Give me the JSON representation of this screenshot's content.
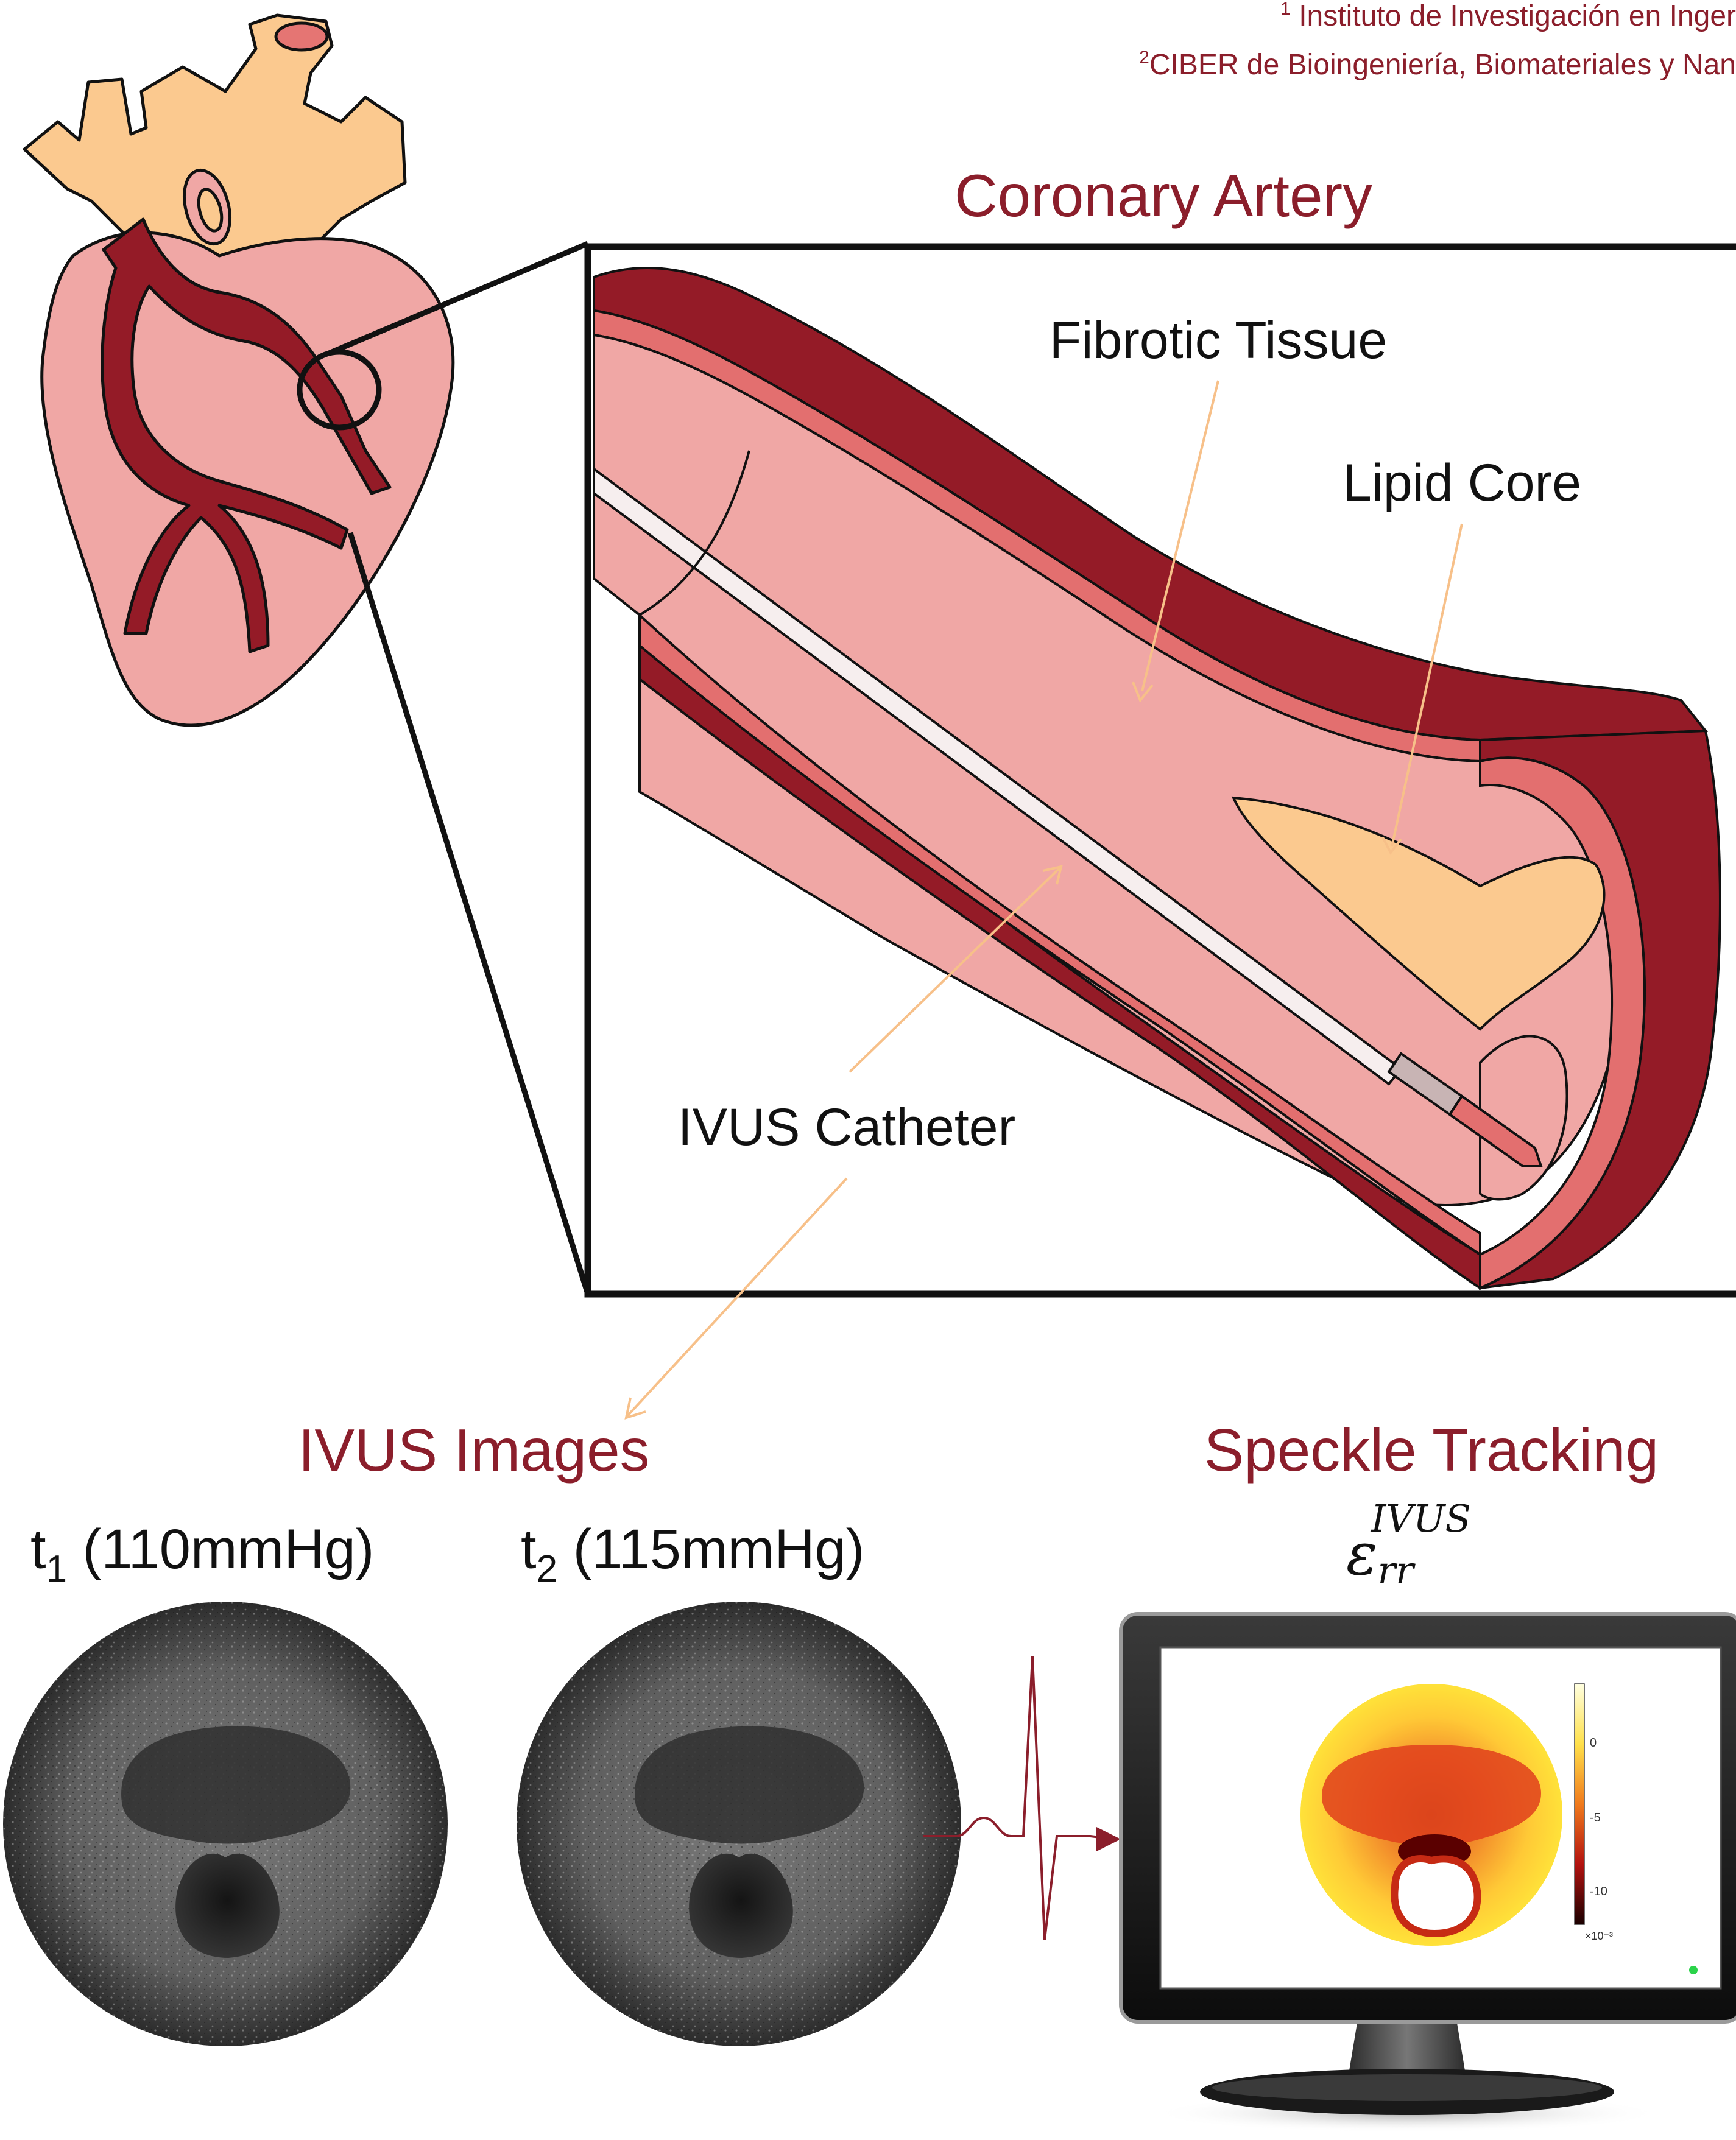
{
  "affiliations": {
    "line1_sup": "1",
    "line1_text": " Instituto de Investigación en Inger",
    "line2_sup": "2",
    "line2_text": "CIBER de Bioingeniería, Biomateriales y Nan"
  },
  "titles": {
    "coronary_artery": "Coronary Artery",
    "ivus_images": "IVUS Images",
    "speckle_tracking": "Speckle Tracking"
  },
  "labels": {
    "fibrotic_tissue": "Fibrotic Tissue",
    "lipid_core": "Lipid Core",
    "ivus_catheter": "IVUS Catheter"
  },
  "timepoints": [
    {
      "symbol": "t",
      "sub": "1",
      "pressure": " (110mmHg)"
    },
    {
      "symbol": "t",
      "sub": "2",
      "pressure": " (115mmHg)"
    }
  ],
  "strain": {
    "symbol": "ε",
    "sub": "rr",
    "sup": "IVUS"
  },
  "colorbar": {
    "ticks": [
      "0",
      "-5",
      "-10"
    ],
    "scale": "×10⁻³"
  },
  "colors": {
    "maroon": "#8b1e2b",
    "wall_dark": "#941b27",
    "wall_mid": "#e36f6f",
    "tissue_pink": "#f0a7a5",
    "lipid_orange": "#fbc98f",
    "arrow_orange": "#f7c089"
  }
}
